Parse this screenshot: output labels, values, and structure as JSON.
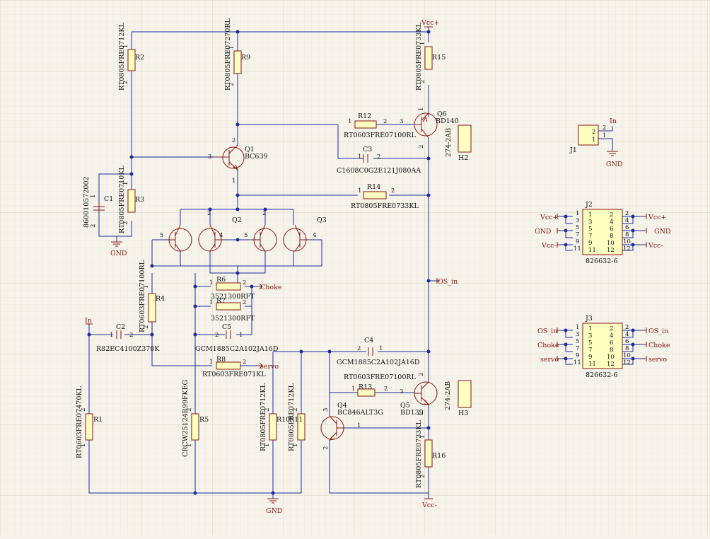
{
  "power": {
    "vcc_plus": "Vcc+",
    "vcc_minus": "Vcc-",
    "gnd": "GND"
  },
  "nets": {
    "choke": "Choke",
    "servo": "servo",
    "os_in": "OS_in",
    "in": "In"
  },
  "resistors": {
    "r1": {
      "ref": "R1",
      "value": "RT0603FRE07470KL",
      "p1": "1",
      "p2": "2"
    },
    "r2": {
      "ref": "R2",
      "value": "RT0805FRE0712KL",
      "p1": "1",
      "p2": "2"
    },
    "r3": {
      "ref": "R3",
      "value": "RT0805FRE0710KL",
      "p1": "1",
      "p2": "2"
    },
    "r4": {
      "ref": "R4",
      "value": "RT0603FRE07100RL",
      "p1": "1",
      "p2": "2"
    },
    "r5": {
      "ref": "R5",
      "value": "CRCW25124R99FKEG",
      "p1": "1",
      "p2": "2"
    },
    "r6": {
      "ref": "R6",
      "value": "3521300RFT",
      "p1": "1",
      "p2": "2"
    },
    "r7": {
      "ref": "R7",
      "value": "3521300RFT",
      "p1": "1",
      "p2": "2"
    },
    "r8": {
      "ref": "R8",
      "value": "RT0603FRE071KL",
      "p1": "1",
      "p2": "2"
    },
    "r9": {
      "ref": "R9",
      "value": "RT0805FRE07270RL",
      "p1": "1",
      "p2": "2"
    },
    "r10": {
      "ref": "R10",
      "value": "RT0805FRE0712KL",
      "p1": "1",
      "p2": "2"
    },
    "r11": {
      "ref": "R11",
      "value": "RT0805FRE0712KL",
      "p1": "1",
      "p2": "2"
    },
    "r12": {
      "ref": "R12",
      "value": "RT0603FRE07100RL",
      "p1": "1",
      "p2": "2"
    },
    "r13": {
      "ref": "R13",
      "value": "RT0603FRE07100RL",
      "p1": "1",
      "p2": "2"
    },
    "r14": {
      "ref": "R14",
      "value": "RT0805FRE0733KL",
      "p1": "1",
      "p2": "2"
    },
    "r15": {
      "ref": "R15",
      "value": "RT0805FRE0733KL",
      "p1": "1",
      "p2": "2"
    },
    "r16": {
      "ref": "R16",
      "value": "RT0805FRE0733KL",
      "p1": "1",
      "p2": "2"
    }
  },
  "capacitors": {
    "c1": {
      "ref": "C1",
      "value": "860010572002",
      "p1": "1",
      "p2": "2"
    },
    "c2": {
      "ref": "C2",
      "value": "R82EC4100Z370K",
      "p1": "1",
      "p2": "2"
    },
    "c3": {
      "ref": "C3",
      "value": "C1608C0G2E121J080AA",
      "p1": "1",
      "p2": "2"
    },
    "c4": {
      "ref": "C4",
      "value": "GCM1885C2A102JA16D",
      "p1": "1",
      "p2": "2"
    },
    "c5": {
      "ref": "C5",
      "value": "GCM1885C2A102JA16D",
      "p1": "1",
      "p2": "2"
    }
  },
  "transistors": {
    "q1": {
      "ref": "Q1",
      "value": "BC639",
      "p1": "1",
      "p2": "2",
      "p3": "3"
    },
    "q2": {
      "ref": "Q2",
      "p2": "2",
      "p4": "4",
      "p5": "5"
    },
    "q3": {
      "ref": "Q3",
      "p2": "2",
      "p4": "4",
      "p5": "5"
    },
    "q4": {
      "ref": "Q4",
      "value": "BC846ALT3G",
      "p1": "1",
      "p2": "2",
      "p3": "3"
    },
    "q5": {
      "ref": "Q5",
      "value": "BD139",
      "p1": "1",
      "p2": "2",
      "p3": "3"
    },
    "q6": {
      "ref": "Q6",
      "value": "BD140",
      "p1": "1",
      "p2": "2",
      "p3": "3"
    }
  },
  "heatsinks": {
    "h2": {
      "ref": "H2",
      "value": "274-2AB"
    },
    "h3": {
      "ref": "H3",
      "value": "274-2AB"
    }
  },
  "j1": {
    "ref": "J1",
    "pins": [
      "2",
      "1"
    ]
  },
  "j2": {
    "ref": "J2",
    "part": "826632-6",
    "pins_left": [
      "1",
      "3",
      "5",
      "7",
      "9",
      "11"
    ],
    "pins_right": [
      "2",
      "4",
      "6",
      "8",
      "10",
      "12"
    ],
    "left_vcc_plus": "Vcc+",
    "left_gnd": "GND",
    "left_vcc_minus": "Vcc-",
    "right_vcc_plus": "Vcc+",
    "right_gnd": "GND",
    "right_vcc_minus": "Vcc-"
  },
  "j3": {
    "ref": "J3",
    "part": "826632-6",
    "pins_left": [
      "1",
      "3",
      "5",
      "7",
      "9",
      "11"
    ],
    "pins_right": [
      "2",
      "4",
      "6",
      "8",
      "10",
      "12"
    ],
    "left_os_in": "OS_in",
    "left_choke": "Choke",
    "left_servo": "servo",
    "right_os_in": "OS_in",
    "right_choke": "Choke",
    "right_servo": "servo"
  }
}
